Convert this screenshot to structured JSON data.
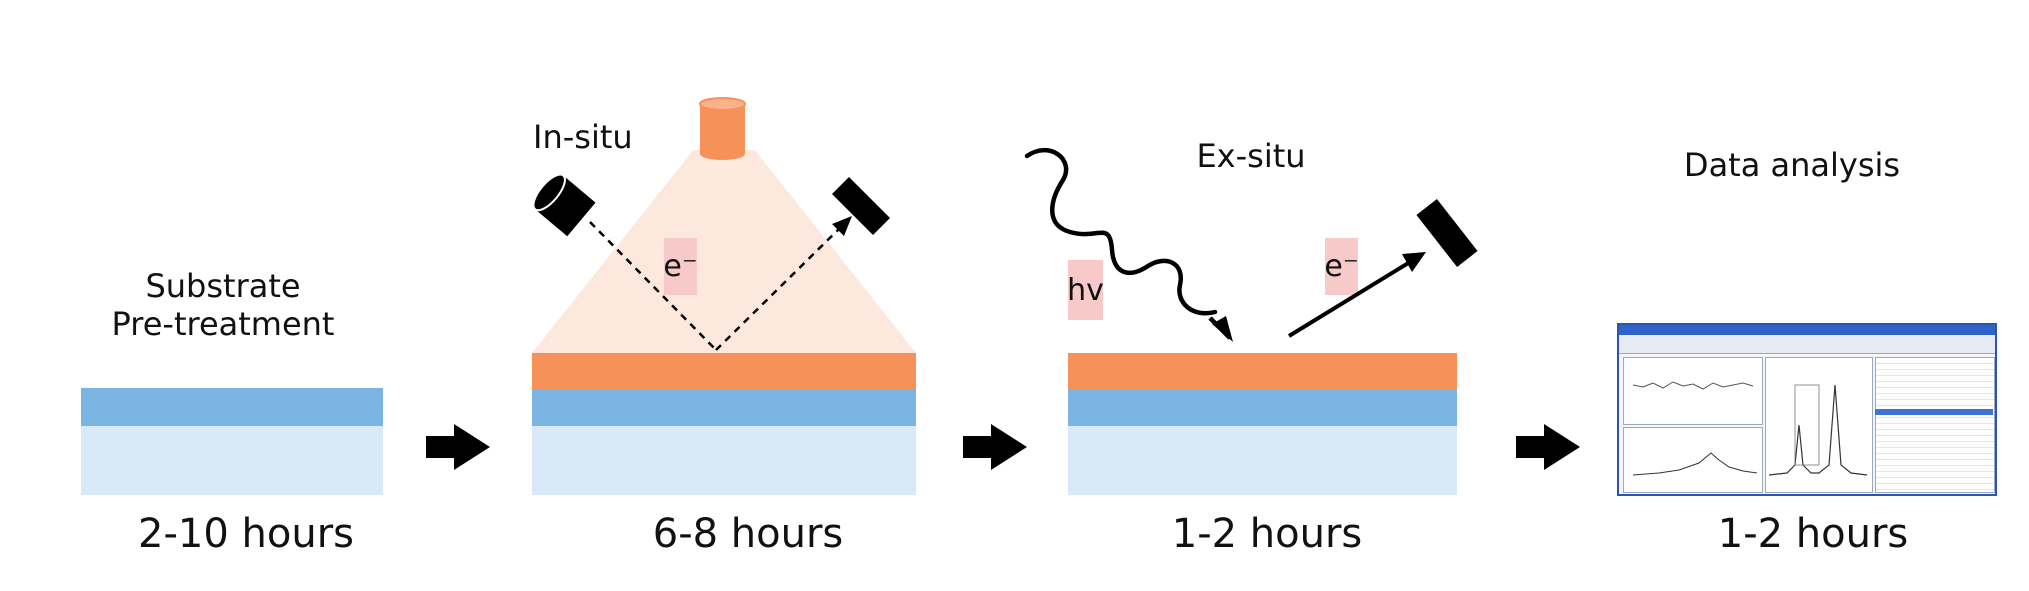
{
  "steps": [
    {
      "title_line1": "Substrate",
      "title_line2": "Pre-treatment",
      "duration": "2-10 hours"
    },
    {
      "title": "In-situ",
      "duration": "6-8 hours",
      "tag": "e⁻"
    },
    {
      "title": "Ex-situ",
      "duration": "1-2 hours",
      "tag_photon": "hv",
      "tag_electron": "e⁻"
    },
    {
      "title": "Data analysis",
      "duration": "1-2 hours"
    }
  ],
  "colors": {
    "substrate_light": "#d9e9f8",
    "substrate_blue": "#7ab4e2",
    "film_orange": "#f6915a",
    "cone_peach": "#fde8dd",
    "tag_pink": "#f7c9c9",
    "ink": "#000000"
  },
  "icons": [
    "electron-gun-icon",
    "detector-icon",
    "photon-wave-icon",
    "arrow-right-icon",
    "software-screenshot-icon"
  ]
}
